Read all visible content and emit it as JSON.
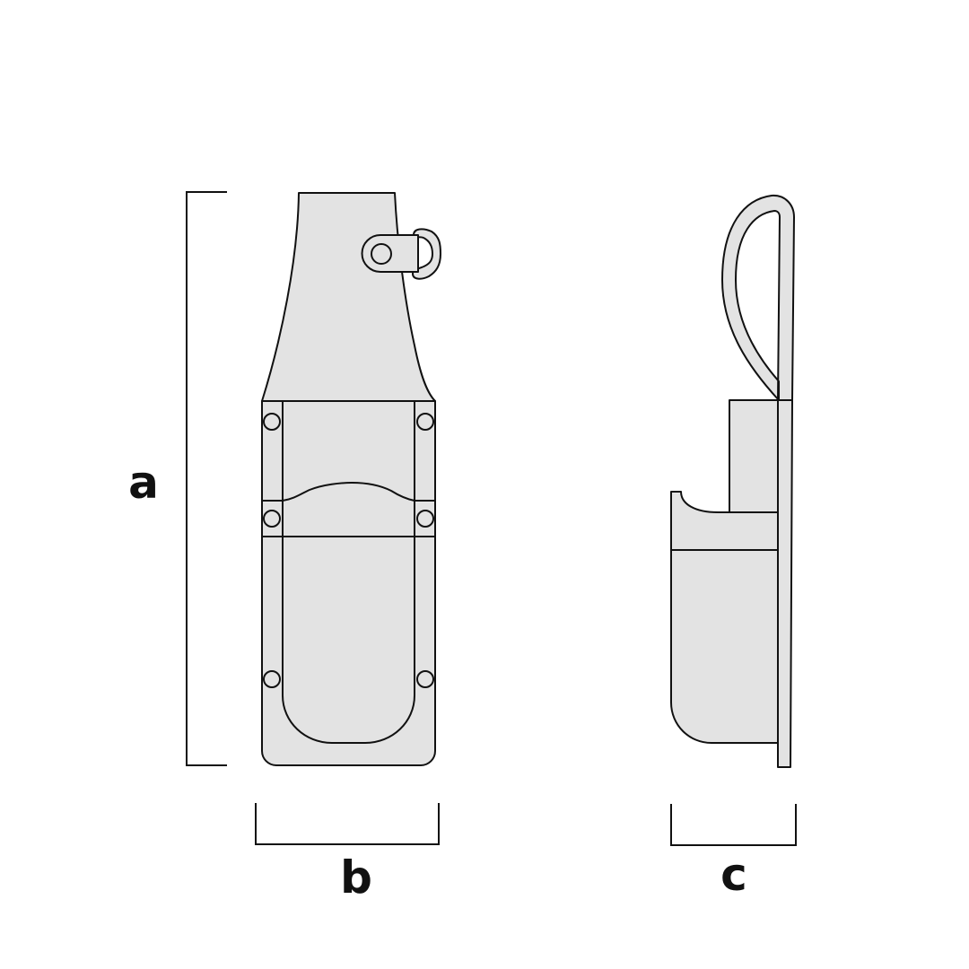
{
  "diagram": {
    "views": [
      "front",
      "side"
    ],
    "dimensions": {
      "height_label": "a",
      "width_label": "b",
      "depth_label": "c"
    },
    "colors": {
      "fill": "#e3e3e3",
      "stroke": "#111111",
      "background": "#ffffff"
    }
  }
}
